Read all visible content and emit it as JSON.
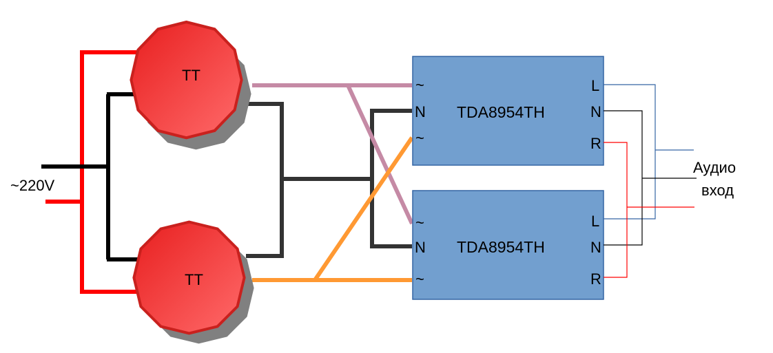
{
  "power_input": {
    "label": "~220V"
  },
  "transformers": [
    {
      "label": "TT"
    },
    {
      "label": "TT"
    }
  ],
  "amplifiers": [
    {
      "title": "TDA8954TH",
      "left_pins": [
        "~",
        "N",
        "~"
      ],
      "right_pins": [
        "L",
        "N",
        "R"
      ]
    },
    {
      "title": "TDA8954TH",
      "left_pins": [
        "~",
        "N",
        "~"
      ],
      "right_pins": [
        "L",
        "N",
        "R"
      ]
    }
  ],
  "audio_input": {
    "line1": "Аудио",
    "line2": "вход"
  },
  "colors": {
    "mains": "#ff0000",
    "neutral": "#000000",
    "ground": "#333333",
    "ac_pink": "#c58aa5",
    "ac_orange": "#ff9933",
    "amp_fill": "#729fcf",
    "amp_border": "#3465a4",
    "transformer_fill": "#ee2b2b",
    "transformer_border": "#c9211e",
    "signal_left": "#3465a4",
    "signal_right": "#ff0000"
  }
}
